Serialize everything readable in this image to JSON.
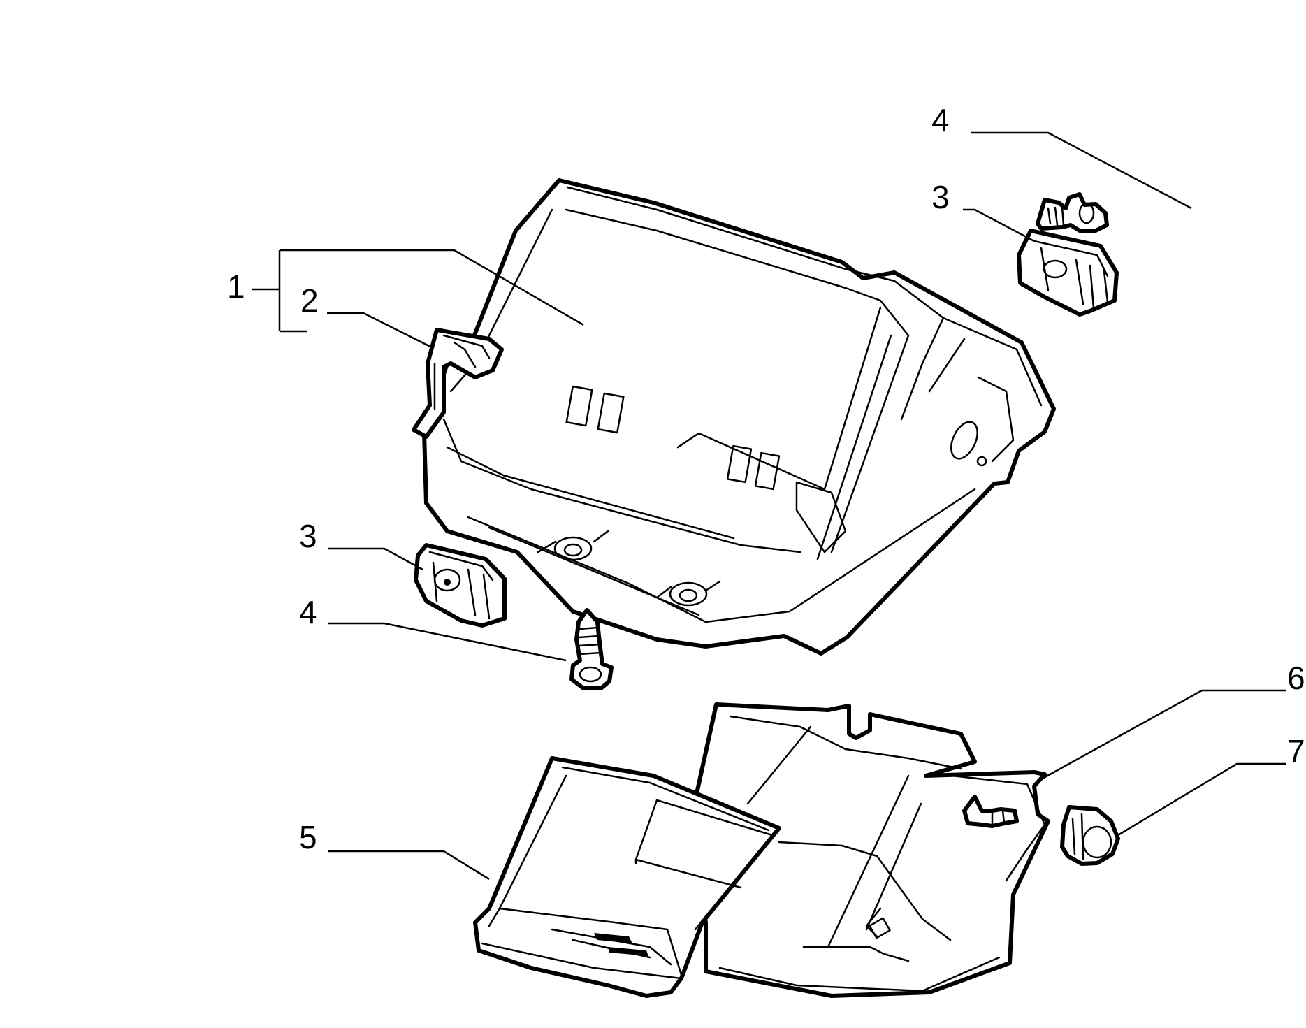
{
  "callouts": [
    {
      "id": "c1",
      "label": "1"
    },
    {
      "id": "c2",
      "label": "2"
    },
    {
      "id": "c3a",
      "label": "3"
    },
    {
      "id": "c4a",
      "label": "4"
    },
    {
      "id": "c3b",
      "label": "3"
    },
    {
      "id": "c4b",
      "label": "4"
    },
    {
      "id": "c5",
      "label": "5"
    },
    {
      "id": "c6",
      "label": "6"
    },
    {
      "id": "c7",
      "label": "7"
    }
  ],
  "colors": {
    "line": "#000000",
    "background": "#ffffff"
  }
}
